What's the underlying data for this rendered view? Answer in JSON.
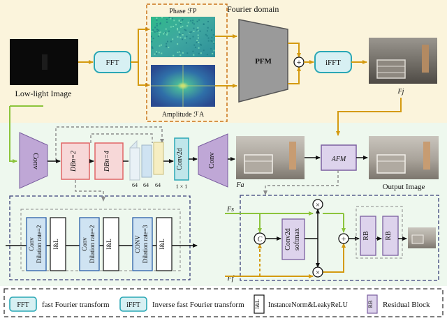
{
  "colors": {
    "top_band": "#fbf4dc",
    "bottom_band": "#eef8ee",
    "teal_fill": "#d7f0f3",
    "teal_stroke": "#2aa7b5",
    "arrow_orange": "#d49a10",
    "arrow_green": "#8cc43c",
    "pink_fill": "#f7d8d8",
    "pink_stroke": "#e06666",
    "lavender_fill": "#ddd3ec",
    "conv_fill": "#bfa7d6",
    "gray_pfm": "#9a9a9a",
    "sky_fill": "#cfe3f2"
  },
  "top": {
    "low_light_label": "Low-light Image",
    "fft_label": "FFT",
    "ifft_label": "iFFT",
    "fourier_domain_label": "Fourier domain",
    "phase_label": "Phase ℱP",
    "amplitude_label": "Amplitude ℱA",
    "pfm_label": "PFM",
    "plus_symbol": "+",
    "fj_label": "Fj"
  },
  "middle": {
    "conv_label": "Conv",
    "db2_label": "DBn=2",
    "db4_label": "DBn=4",
    "stack_labels": [
      "64",
      "64",
      "64"
    ],
    "conv2d_label": "Conv2d",
    "conv2d_kernel": "1 × 1",
    "conv2_label": "Conv",
    "fa_label": "Fa",
    "afm_label": "AFM",
    "output_label": "Output Image"
  },
  "db_detail": {
    "blocks": [
      {
        "conv": "Conv",
        "rate": "Dilation rate=2",
        "il": "I&L"
      },
      {
        "conv": "Conv",
        "rate": "Dilation rate=2",
        "il": "I&L"
      },
      {
        "conv": "CONV",
        "rate": "Dilation rate=3",
        "il": "I&L"
      }
    ]
  },
  "afm_detail": {
    "fs_label": "Fs",
    "ff_label": "Ff",
    "concat_symbol": "C",
    "conv2d_label": "Conv2d",
    "softmax_label": "softmax",
    "times_symbol": "×",
    "plus_symbol": "+",
    "rb_label": "RB"
  },
  "legend": {
    "fft_box": "FFT",
    "fft_text": "fast Fourier transform",
    "ifft_box": "iFFT",
    "ifft_text": "Inverse fast Fourier transform",
    "il_box": "I&L",
    "il_text": "InstanceNorm&LeakyReLU",
    "rb_box": "RB",
    "rb_text": "Residual Block"
  }
}
